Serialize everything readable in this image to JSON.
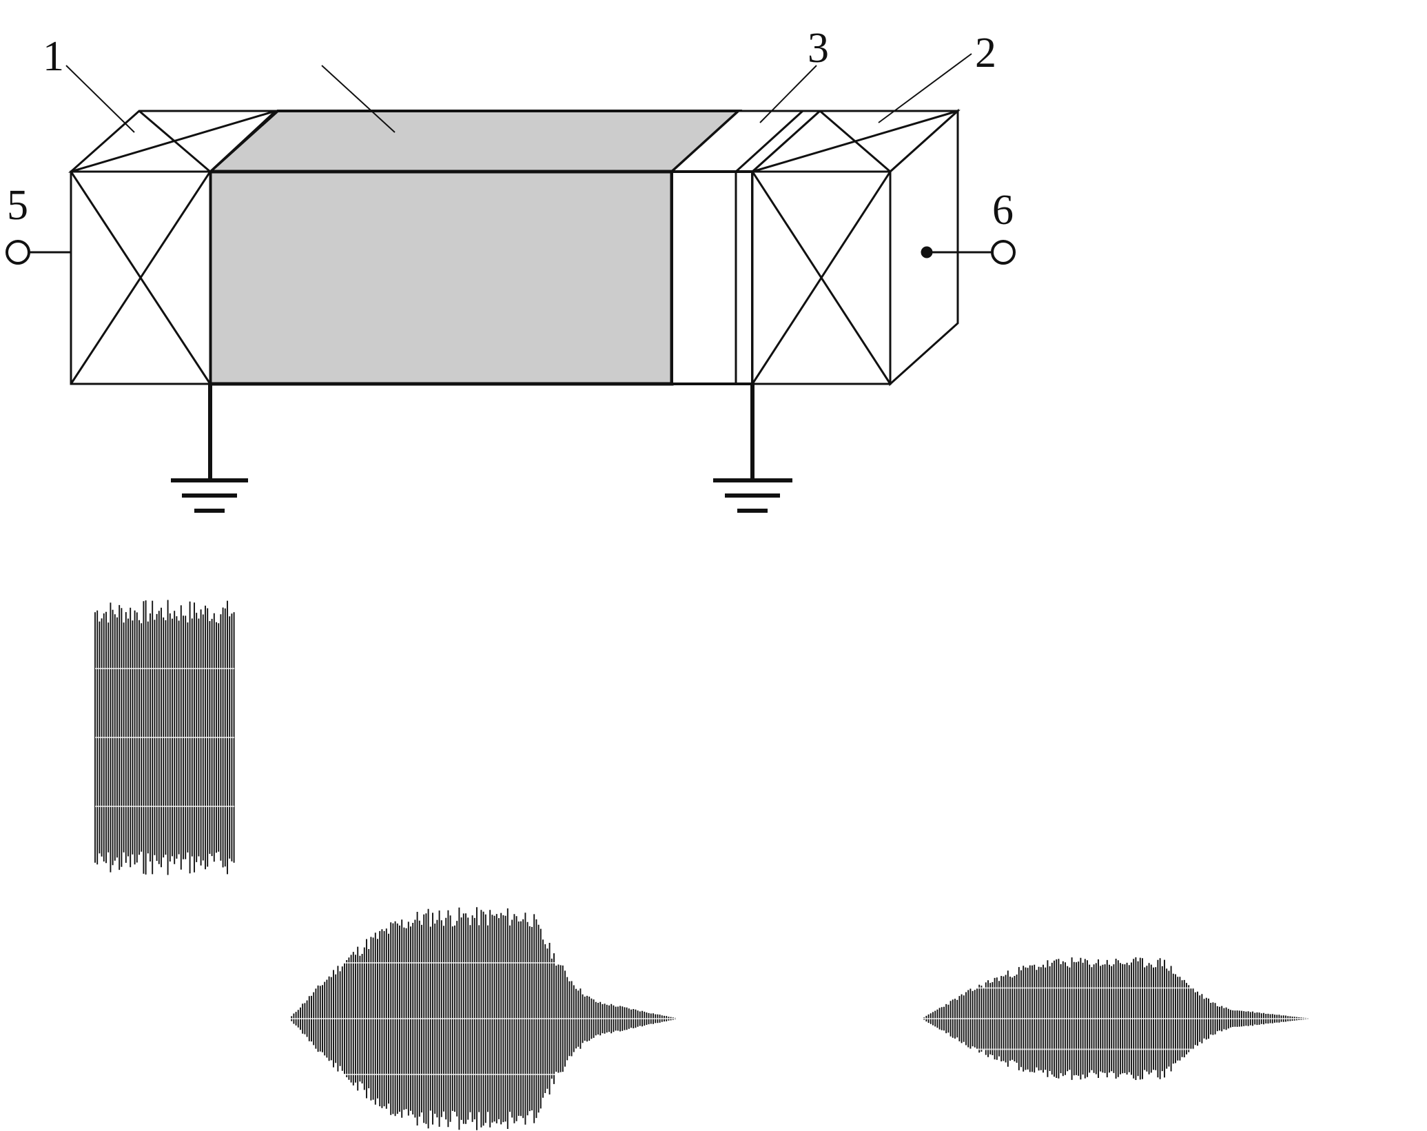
{
  "labels": {
    "transducer_1": "1",
    "transducer_2": "2",
    "layer_3": "3",
    "terminal_5": "5",
    "terminal_6": "6"
  },
  "colors": {
    "line": "#111111",
    "substrate_fill": "#cccccc",
    "background": "#ffffff"
  },
  "waveforms": [
    {
      "id": "input-pulse",
      "shape": "rectangular",
      "relative_amplitude": 1.0
    },
    {
      "id": "output-pulse-a",
      "shape": "spindle-with-tail",
      "relative_amplitude": 1.0
    },
    {
      "id": "output-pulse-b",
      "shape": "spindle-with-tail",
      "relative_amplitude": 0.55
    }
  ]
}
